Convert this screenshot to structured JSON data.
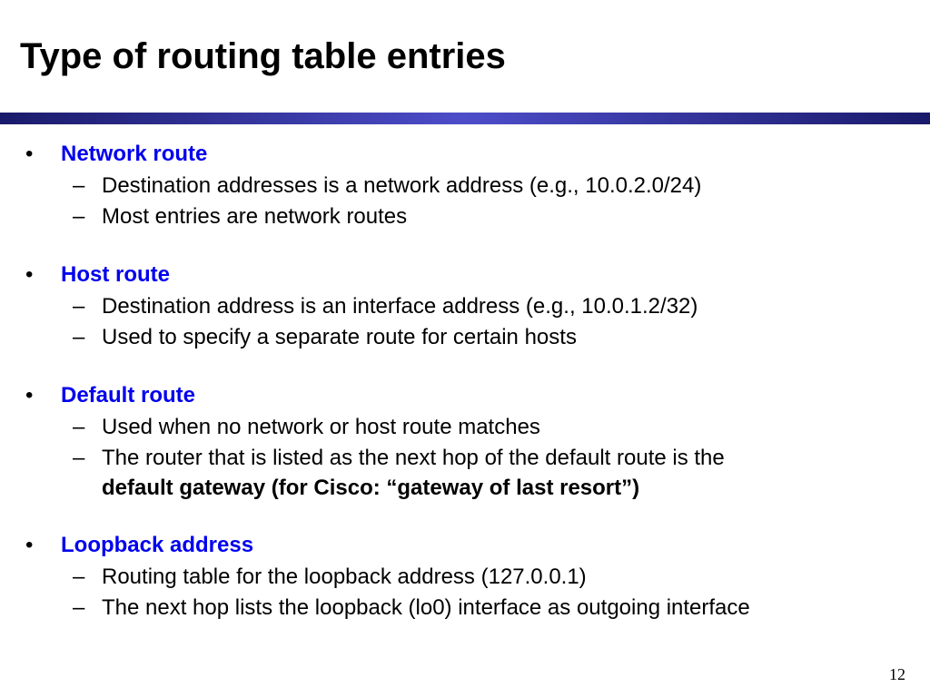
{
  "slide": {
    "title": "Type of routing table entries",
    "page_number": "12"
  },
  "colors": {
    "heading_blue": "#0000ee",
    "rule_dark": "#1a1a6b",
    "rule_light": "#4d4dc9"
  },
  "bullets": [
    {
      "label": "Network route",
      "items": [
        "Destination addresses is a network address (e.g., 10.0.2.0/24)",
        "Most entries are network routes"
      ]
    },
    {
      "label": "Host route",
      "items": [
        "Destination address is an interface address (e.g., 10.0.1.2/32)",
        "Used to specify a separate route for certain hosts"
      ]
    },
    {
      "label": "Default route",
      "items": [
        "Used when no network or host route matches"
      ],
      "item_multiline": {
        "line1": "The router that is listed as the next hop of the default route is the",
        "line2": "default gateway (for Cisco: “gateway of last resort”)"
      }
    },
    {
      "label": "Loopback address",
      "items": [
        "Routing table for the loopback address (127.0.0.1)",
        "The next hop lists the loopback (lo0) interface as outgoing interface"
      ]
    }
  ],
  "symbols": {
    "bullet": "•",
    "dash": "–"
  }
}
